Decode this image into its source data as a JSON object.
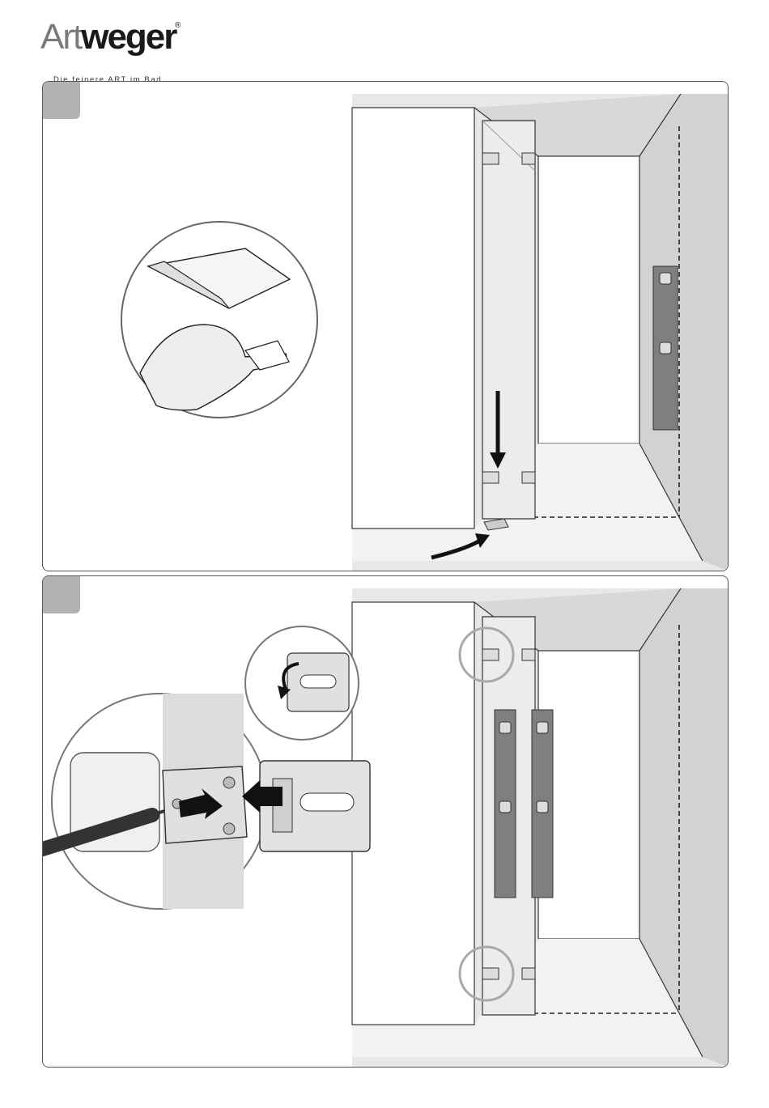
{
  "brand": {
    "logo_art": "Art",
    "logo_weger": "weger",
    "registered": "®",
    "tagline": "Die feinere ART im Bad"
  },
  "steps": [
    {
      "number": ""
    },
    {
      "number": ""
    }
  ],
  "colors": {
    "panel_border": "#555555",
    "step_badge": "#b2b2b2",
    "room_shade": "#e6e6e6",
    "glass": "#eeeeee",
    "spirit_level": "#7f7f7f",
    "highlight_circle": "#a9a9a9"
  },
  "icons": [
    "spacer-shim-icon",
    "spirit-level-icon",
    "arrow-down-icon",
    "curved-arrow-icon",
    "hinge-bracket-icon",
    "pencil-icon",
    "rotate-arrow-icon"
  ]
}
